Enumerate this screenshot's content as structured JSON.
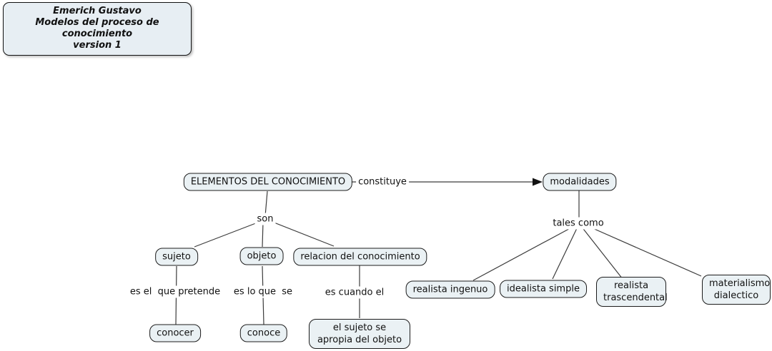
{
  "title_box": {
    "line1": "Emerich Gustavo",
    "line2": "Modelos del proceso de conocimiento",
    "line3": "version 1"
  },
  "concepts": {
    "elementos": {
      "label": "ELEMENTOS DEL CONOCIMIENTO"
    },
    "modalidades": {
      "label": "modalidades"
    },
    "sujeto": {
      "label": "sujeto"
    },
    "objeto": {
      "label": "objeto"
    },
    "relacion": {
      "label": "relacion del conocimiento"
    },
    "conocer": {
      "label": "conocer"
    },
    "conoce": {
      "label": "conoce"
    },
    "apropia": {
      "label": "el sujeto se apropia del objeto"
    },
    "realista_ingenuo": {
      "label": "realista ingenuo"
    },
    "idealista_simple": {
      "label": "idealista simple"
    },
    "realista_trascendental": {
      "label": "realista trascendental"
    },
    "materialismo_dialectico": {
      "label": "materialismo dialectico"
    }
  },
  "links": {
    "constituye": "constituye",
    "son": "son",
    "tales_como": "tales como",
    "es_el_que_pretende": "es el  que pretende",
    "es_lo_que_se": "es lo que  se",
    "es_cuando_el": "es cuando el"
  },
  "colors": {
    "canvas_bg": "#ffffff",
    "node_bg": "#eaf1f4",
    "node_border": "#1c1c1c",
    "line": "#3c3c3c",
    "text": "#111111"
  }
}
